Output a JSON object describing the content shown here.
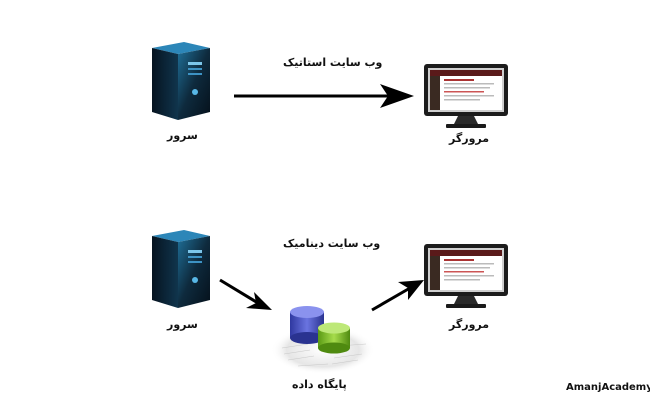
{
  "static_row": {
    "caption": "وب سایت استاتیک",
    "server_label": "سرور",
    "browser_label": "مرورگر"
  },
  "dynamic_row": {
    "caption": "وب سایت دینامیک",
    "server_label": "سرور",
    "database_label": "پایگاه داده",
    "browser_label": "مرورگر"
  },
  "watermark": "AmanjAcademy",
  "colors": {
    "server_body": "#0d1b2a",
    "server_accent": "#3fa8d8",
    "arrow": "#000000",
    "db_blue": "#4b56c8",
    "db_green": "#7fbf2a"
  }
}
